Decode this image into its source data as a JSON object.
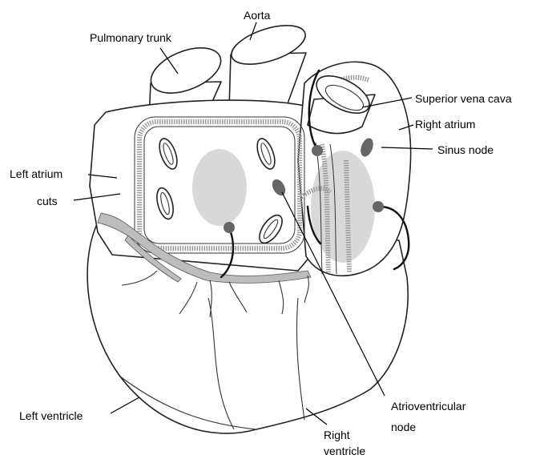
{
  "labels": {
    "aorta": "Aorta",
    "pulmonary_trunk": "Pulmonary trunk",
    "superior_vena_cava": "Superior vena cava",
    "right_atrium": "Right atrium",
    "sinus_node": "Sinus node",
    "left_atrium": "Left atrium",
    "cuts": "cuts",
    "atrioventricular_line1": "Atrioventricular",
    "atrioventricular_line2": "node",
    "left_ventricle": "Left ventricle",
    "right_ventricle_line1": "Right",
    "right_ventricle_line2": "ventricle"
  },
  "colors": {
    "outline": "#222222",
    "shaded_region": "#d9d9d9",
    "node": "#666666",
    "hatching": "#9a9a9a"
  }
}
